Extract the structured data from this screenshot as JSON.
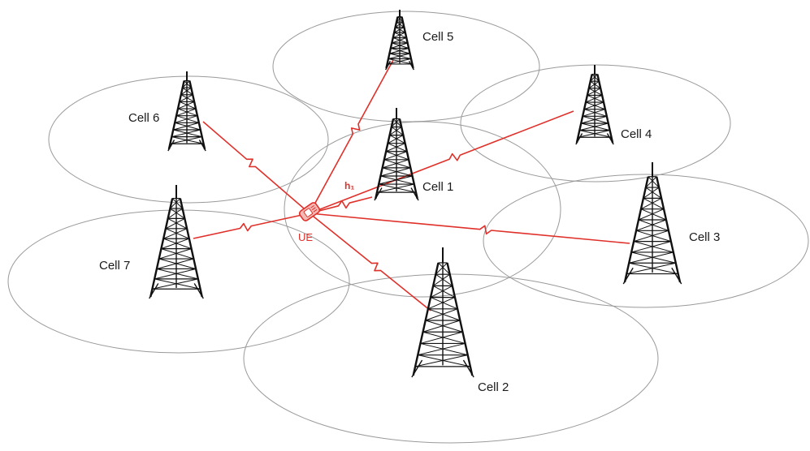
{
  "cells": [
    {
      "id": "c1",
      "label": "Cell 1"
    },
    {
      "id": "c2",
      "label": "Cell 2"
    },
    {
      "id": "c3",
      "label": "Cell 3"
    },
    {
      "id": "c4",
      "label": "Cell 4"
    },
    {
      "id": "c5",
      "label": "Cell 5"
    },
    {
      "id": "c6",
      "label": "Cell 6"
    },
    {
      "id": "c7",
      "label": "Cell 7"
    }
  ],
  "ue": {
    "label": "UE"
  },
  "channel": {
    "label": "h₁"
  },
  "colors": {
    "link": "#e0302a",
    "tower": "#111111",
    "cell_boundary": "#9a9a9a"
  },
  "icons": {
    "tower": "cell-tower-icon",
    "ue": "mobile-phone-icon"
  }
}
